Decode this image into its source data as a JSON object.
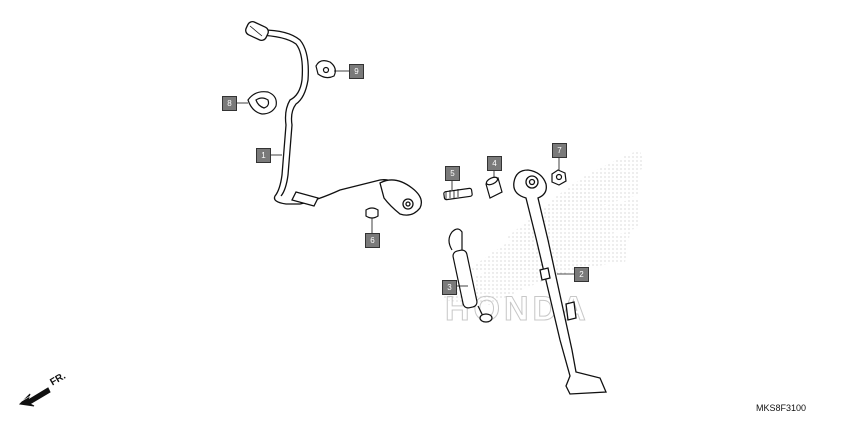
{
  "diagram": {
    "callouts": [
      "1",
      "2",
      "3",
      "4",
      "5",
      "6",
      "7",
      "8",
      "9"
    ],
    "diagram_code": "MKS8F3100",
    "direction_label": "FR.",
    "background_logo_text": "HONDA",
    "colors": {
      "line": "#111111",
      "callout_fill": "#7a7a7a",
      "logo_dots": "#bdbdbd"
    }
  }
}
